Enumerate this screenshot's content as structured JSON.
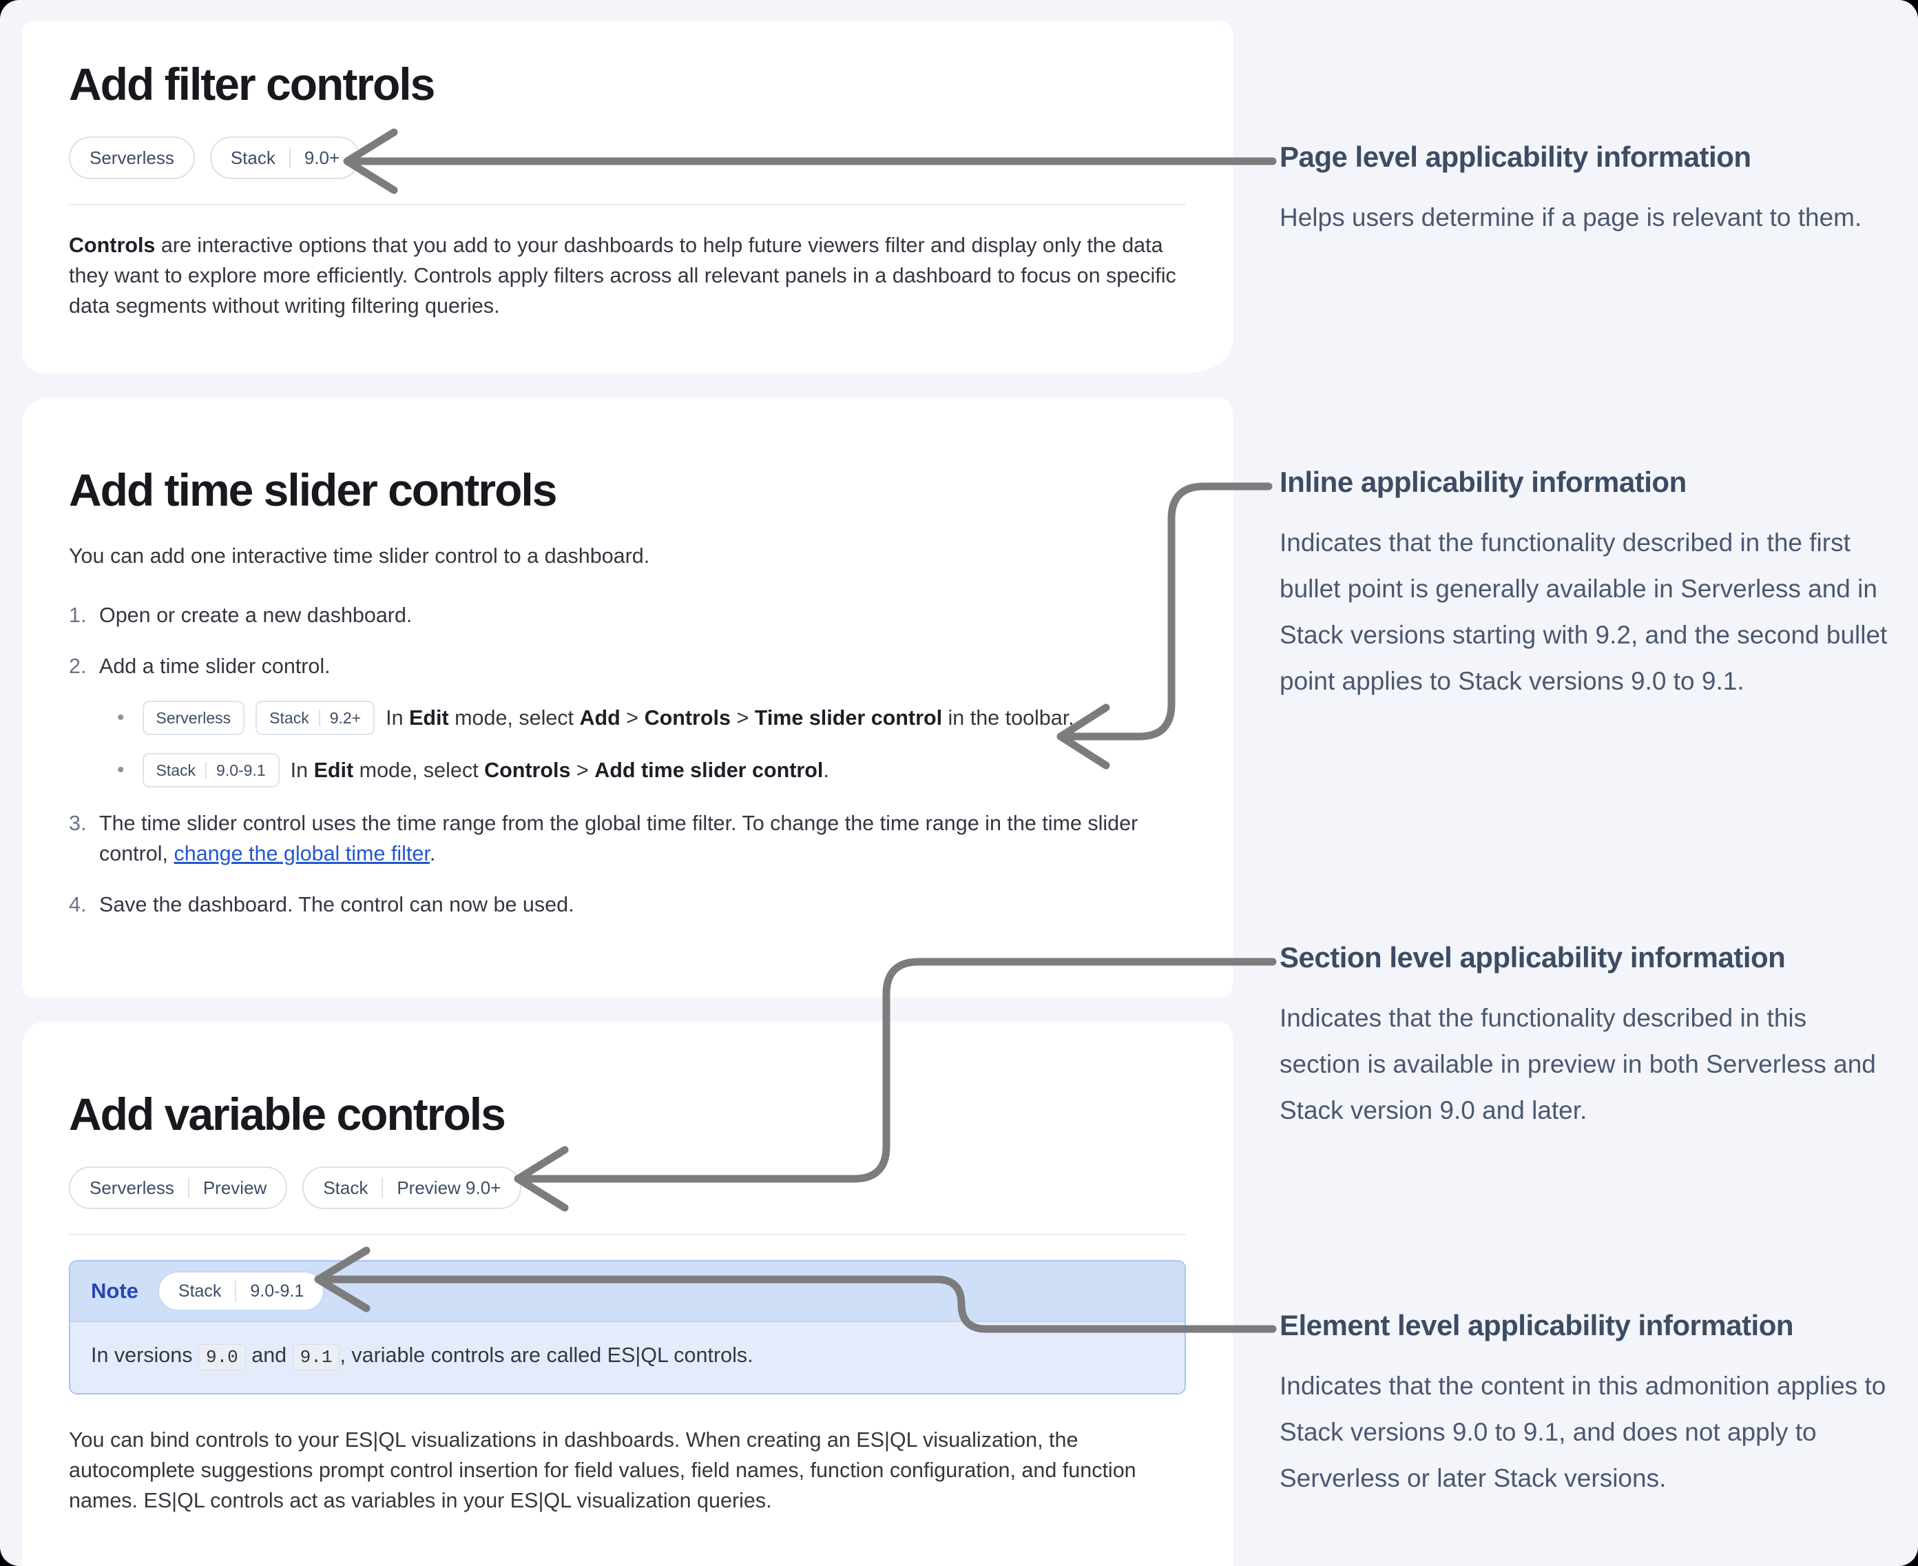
{
  "colors": {
    "page_background": "#f4f5fa",
    "card_background": "#ffffff",
    "arrow_gray": "#7c7c7c",
    "link_blue": "#2457cd",
    "badge_border": "#dae0ec",
    "badge_text": "#3e4c66",
    "note_border": "#a8c3f0",
    "note_header_bg": "#cfdff8",
    "note_body_bg": "#e4ecfb",
    "note_label_blue": "#2646b4",
    "annotation_text": "#3c4c63"
  },
  "glyphs": {
    "bullet_char": "•"
  },
  "card1": {
    "title": "Add filter controls",
    "badges": [
      [
        "Serverless"
      ],
      [
        "Stack",
        "9.0+"
      ]
    ],
    "paragraph": [
      {
        "t": "Controls",
        "b": true
      },
      {
        "t": " are interactive options that you add to your dashboards to help future viewers filter and display only the data they want to explore more efficiently. Controls apply filters across all relevant panels in a dashboard to focus on specific data segments without writing filtering queries."
      }
    ]
  },
  "card2": {
    "title": "Add time slider controls",
    "intro": "You can add one interactive time slider control to a dashboard.",
    "steps": {
      "s1": {
        "num": "1.",
        "text": [
          {
            "t": "Open or create a new dashboard."
          }
        ]
      },
      "s2": {
        "num": "2.",
        "text": [
          {
            "t": "Add a time slider control."
          }
        ],
        "bullets": {
          "b1": {
            "badges": [
              [
                "Serverless"
              ],
              [
                "Stack",
                "9.2+"
              ]
            ],
            "text": [
              {
                "t": "In "
              },
              {
                "t": "Edit",
                "b": true
              },
              {
                "t": " mode, select "
              },
              {
                "t": "Add",
                "b": true
              },
              {
                "t": " > "
              },
              {
                "t": "Controls",
                "b": true
              },
              {
                "t": " > "
              },
              {
                "t": "Time slider control",
                "b": true
              },
              {
                "t": " in the toolbar."
              }
            ]
          },
          "b2": {
            "badges": [
              [
                "Stack",
                "9.0-9.1"
              ]
            ],
            "text": [
              {
                "t": "In "
              },
              {
                "t": "Edit",
                "b": true
              },
              {
                "t": " mode, select "
              },
              {
                "t": "Controls",
                "b": true
              },
              {
                "t": " > "
              },
              {
                "t": "Add time slider control",
                "b": true
              },
              {
                "t": "."
              }
            ]
          }
        }
      },
      "s3": {
        "num": "3.",
        "text": [
          {
            "t": "The time slider control uses the time range from the global time filter. To change the time range in the time slider control, "
          },
          {
            "t": "change the global time filter",
            "l": true
          },
          {
            "t": "."
          }
        ]
      },
      "s4": {
        "num": "4.",
        "text": [
          {
            "t": "Save the dashboard. The control can now be used."
          }
        ]
      }
    }
  },
  "card3": {
    "title": "Add variable controls",
    "badges": [
      [
        "Serverless",
        "Preview"
      ],
      [
        "Stack",
        "Preview 9.0+"
      ]
    ],
    "note": {
      "label": "Note",
      "badge": [
        [
          "Stack",
          "9.0-9.1"
        ]
      ],
      "text": [
        {
          "t": "In versions "
        },
        {
          "t": "9.0",
          "c": true
        },
        {
          "t": " and "
        },
        {
          "t": "9.1",
          "c": true
        },
        {
          "t": ", variable controls are called ES|QL controls."
        }
      ]
    },
    "paragraph": [
      {
        "t": "You can bind controls to your ES|QL visualizations in dashboards. When creating an ES|QL visualization, the autocomplete suggestions prompt control insertion for field values, field names, function configuration, and function names. ES|QL controls act as variables in your ES|QL visualization queries."
      }
    ]
  },
  "annotations": {
    "a1": {
      "title": "Page level applicability information",
      "body": "Helps users determine if a page is relevant to them."
    },
    "a2": {
      "title": "Inline applicability information",
      "body": "Indicates that the functionality described in the first bullet point is generally available in Serverless and in Stack versions starting with 9.2, and the second bullet point applies to Stack versions 9.0 to 9.1."
    },
    "a3": {
      "title": "Section level applicability information",
      "body": "Indicates that the functionality described in this section is available in preview in both Serverless and Stack version 9.0 and later."
    },
    "a4": {
      "title": "Element level applicability information",
      "body": "Indicates that the content in this admonition applies to Stack versions 9.0 to 9.1, and does not apply to Serverless or later Stack versions."
    }
  }
}
